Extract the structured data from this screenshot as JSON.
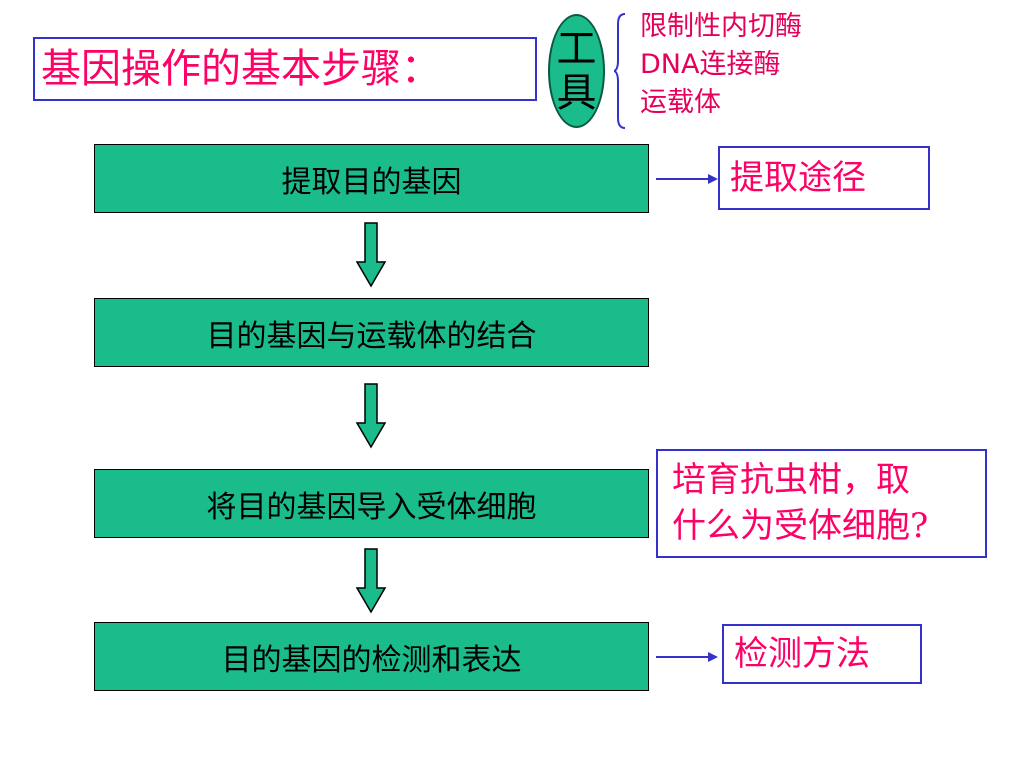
{
  "title": "基因操作的基本步骤：",
  "tools": {
    "label_chars": [
      "工",
      "具"
    ],
    "items": [
      "限制性内切酶",
      "DNA连接酶",
      "运载体"
    ]
  },
  "steps": [
    "提取目的基因",
    "目的基因与运载体的结合",
    "将目的基因导入受体细胞",
    "目的基因的检测和表达"
  ],
  "notes": {
    "extraction": "提取途径",
    "recipient_line1": "培育抗虫柑，取",
    "recipient_line2": "什么为受体细胞?",
    "detection": "检测方法"
  },
  "colors": {
    "step_fill": "#1abc8c",
    "arrow_fill": "#1abc8c",
    "title_text": "#ff0066",
    "border_blue": "#3333cc",
    "connector_blue": "#3333cc"
  }
}
